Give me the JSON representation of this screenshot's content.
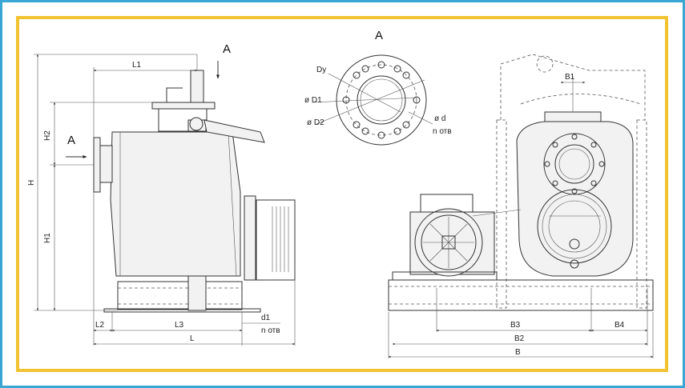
{
  "colors": {
    "outer_border": "#3aa6d3",
    "inner_border": "#f1c232",
    "line": "#333333"
  },
  "section": {
    "view_label_top": "A",
    "view_label_side": "A",
    "view_title": "A"
  },
  "dims_left": {
    "L1": "L1",
    "H2": "H2",
    "H": "H",
    "H1": "H1",
    "L2": "L2",
    "L3": "L3",
    "L": "L",
    "d1": "d1",
    "d1_note": "n отв"
  },
  "flange": {
    "Dy": "Dy",
    "D1": "ø D1",
    "D2": "ø D2",
    "d": "ø d",
    "n_note": "n отв"
  },
  "dims_right": {
    "B1": "B1",
    "B3": "B3",
    "B4": "B4",
    "B2": "B2",
    "B": "B"
  }
}
